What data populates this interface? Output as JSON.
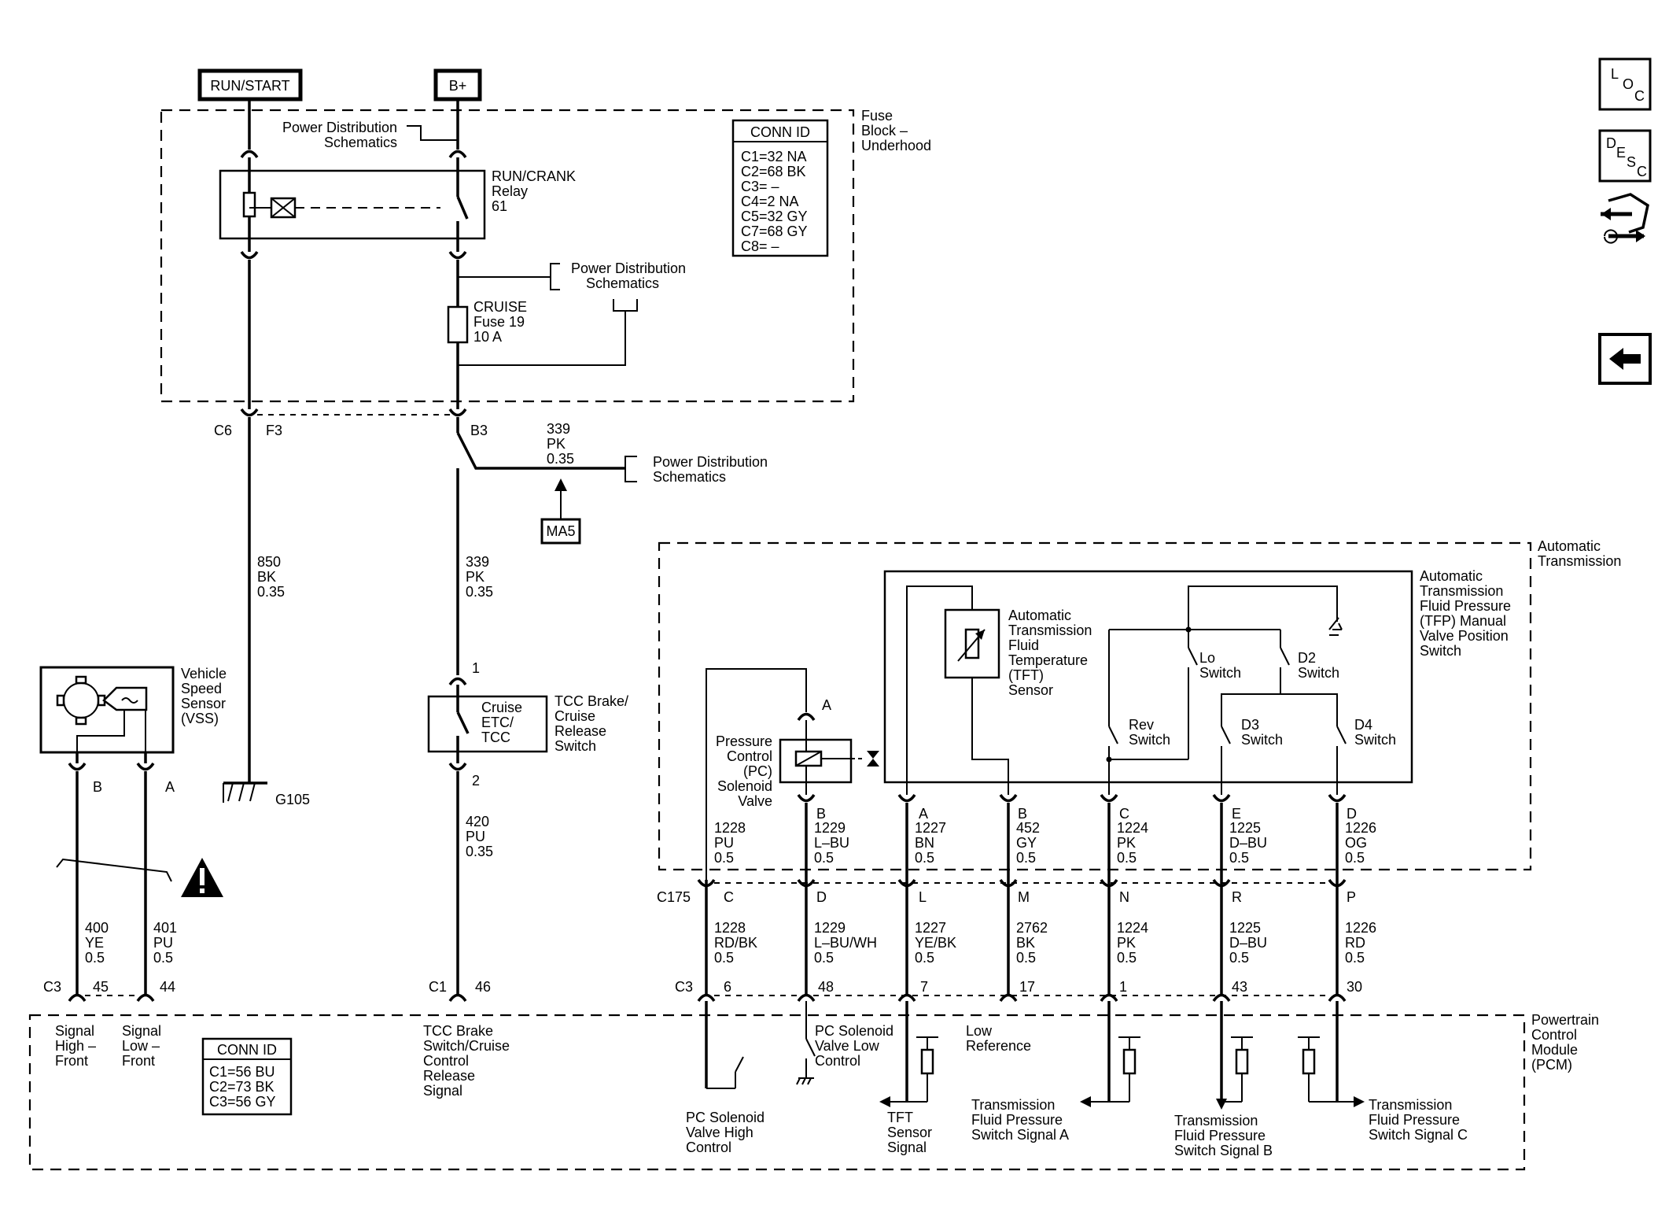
{
  "top_labels": {
    "run_start": "RUN/START",
    "bplus": "B+"
  },
  "fuse_block": {
    "title": [
      "Fuse",
      "Block –",
      "Underhood"
    ],
    "pds_top": [
      "Power Distribution",
      "Schematics"
    ],
    "relay": [
      "RUN/CRANK",
      "Relay",
      "61"
    ],
    "pds_mid": [
      "Power Distribution",
      "Schematics"
    ],
    "fuse": [
      "CRUISE",
      "Fuse 19",
      "10 A"
    ],
    "conn": {
      "title": "CONN ID",
      "rows": [
        "C1=32 NA",
        "C2=68 BK",
        "C3= –",
        "C4=2 NA",
        "C5=32 GY",
        "C7=68 GY",
        "C8= –"
      ]
    }
  },
  "connectors": {
    "c6": "C6",
    "f3": "F3",
    "b3": "B3",
    "c175": "C175",
    "c3a": "C3",
    "c3b": "C3",
    "c1": "C1"
  },
  "wire_339_top": [
    "339",
    "PK",
    "0.35"
  ],
  "pds_b3": [
    "Power Distribution",
    "Schematics"
  ],
  "ma5": "MA5",
  "wire_850": [
    "850",
    "BK",
    "0.35"
  ],
  "wire_339": [
    "339",
    "PK",
    "0.35"
  ],
  "wire_420": [
    "420",
    "PU",
    "0.35"
  ],
  "g105": "G105",
  "vss": {
    "title": [
      "Vehicle",
      "Speed",
      "Sensor",
      "(VSS)"
    ],
    "pin_b": "B",
    "pin_a": "A"
  },
  "wire_400": [
    "400",
    "YE",
    "0.5"
  ],
  "wire_401": [
    "401",
    "PU",
    "0.5"
  ],
  "tcc": {
    "inner": [
      "Cruise",
      "ETC/",
      "TCC"
    ],
    "title": [
      "TCC Brake/",
      "Cruise",
      "Release",
      "Switch"
    ],
    "pin1": "1",
    "pin2": "2"
  },
  "pins_c3": {
    "p45": "45",
    "p44": "44",
    "p46": "46",
    "p6": "6",
    "p48": "48",
    "p7": "7",
    "p17": "17",
    "p1": "1",
    "p43": "43",
    "p30": "30"
  },
  "auto_trans": {
    "title": [
      "Automatic",
      "Transmission"
    ],
    "tfp_title": [
      "Automatic",
      "Transmission",
      "Fluid Pressure",
      "(TFP) Manual",
      "Valve Position",
      "Switch"
    ],
    "tft": [
      "Automatic",
      "Transmission",
      "Fluid",
      "Temperature",
      "(TFT)",
      "Sensor"
    ],
    "pc_solenoid": [
      "Pressure",
      "Control",
      "(PC)",
      "Solenoid",
      "Valve"
    ],
    "switches": {
      "lo": [
        "Lo",
        "Switch"
      ],
      "d2": [
        "D2",
        "Switch"
      ],
      "rev": [
        "Rev",
        "Switch"
      ],
      "d3": [
        "D3",
        "Switch"
      ],
      "d4": [
        "D4",
        "Switch"
      ]
    },
    "pins": [
      "A",
      "B",
      "A",
      "B",
      "C",
      "E",
      "D"
    ]
  },
  "upper_wires": [
    [
      "1228",
      "PU",
      "0.5"
    ],
    [
      "1229",
      "L–BU",
      "0.5"
    ],
    [
      "1227",
      "BN",
      "0.5"
    ],
    [
      "452",
      "GY",
      "0.5"
    ],
    [
      "1224",
      "PK",
      "0.5"
    ],
    [
      "1225",
      "D–BU",
      "0.5"
    ],
    [
      "1226",
      "OG",
      "0.5"
    ]
  ],
  "c175_pins": [
    "C",
    "D",
    "L",
    "M",
    "N",
    "R",
    "P"
  ],
  "lower_wires": [
    [
      "1228",
      "RD/BK",
      "0.5"
    ],
    [
      "1229",
      "L–BU/WH",
      "0.5"
    ],
    [
      "1227",
      "YE/BK",
      "0.5"
    ],
    [
      "2762",
      "BK",
      "0.5"
    ],
    [
      "1224",
      "PK",
      "0.5"
    ],
    [
      "1225",
      "D–BU",
      "0.5"
    ],
    [
      "1226",
      "RD",
      "0.5"
    ]
  ],
  "pcm": {
    "title": [
      "Powertrain",
      "Control",
      "Module",
      "(PCM)"
    ],
    "signal_high": [
      "Signal",
      "High –",
      "Front"
    ],
    "signal_low": [
      "Signal",
      "Low –",
      "Front"
    ],
    "tcc_signal": [
      "TCC Brake",
      "Switch/Cruise",
      "Control",
      "Release",
      "Signal"
    ],
    "pc_high": [
      "PC Solenoid",
      "Valve High",
      "Control"
    ],
    "pc_low": [
      "PC Solenoid",
      "Valve Low",
      "Control"
    ],
    "tft_signal": [
      "TFT",
      "Sensor",
      "Signal"
    ],
    "low_ref": [
      "Low",
      "Reference"
    ],
    "tfp_a": [
      "Transmission",
      "Fluid Pressure",
      "Switch Signal A"
    ],
    "tfp_b": [
      "Transmission",
      "Fluid Pressure",
      "Switch Signal B"
    ],
    "tfp_c": [
      "Transmission",
      "Fluid Pressure",
      "Switch Signal C"
    ],
    "conn": {
      "title": "CONN ID",
      "rows": [
        "C1=56 BU",
        "C2=73 BK",
        "C3=56 GY"
      ]
    }
  },
  "nav": {
    "loc": "LOC",
    "desc": "DESC"
  }
}
